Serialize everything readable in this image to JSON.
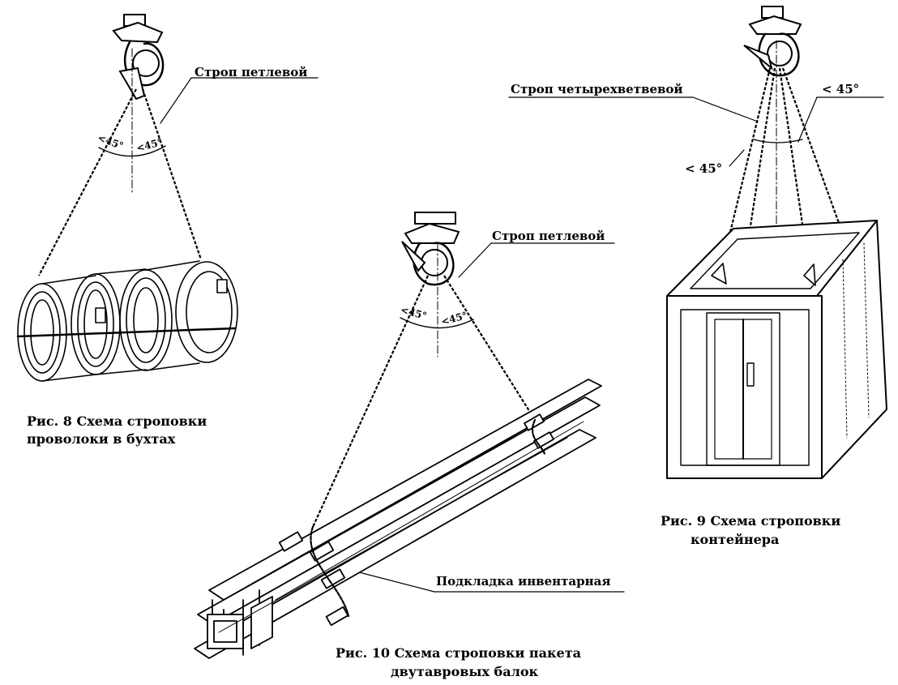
{
  "figures": {
    "fig8": {
      "label_sling": "Строп петлевой",
      "angle_left": "<45°",
      "angle_right": "<45°",
      "caption_line1": "Рис. 8 Схема строповки",
      "caption_line2": "проволоки в бухтах"
    },
    "fig9": {
      "label_sling": "Строп четырехветвевой",
      "angle_right": "< 45°",
      "angle_left": "< 45°",
      "caption_line1": "Рис. 9 Схема строповки",
      "caption_line2": "контейнера"
    },
    "fig10": {
      "label_sling": "Строп петлевой",
      "angle_left": "<45°",
      "angle_right": "<45°",
      "label_pad": "Подкладка инвентарная",
      "caption_line1": "Рис. 10 Схема строповки пакета",
      "caption_line2": "двутавровых балок"
    }
  }
}
